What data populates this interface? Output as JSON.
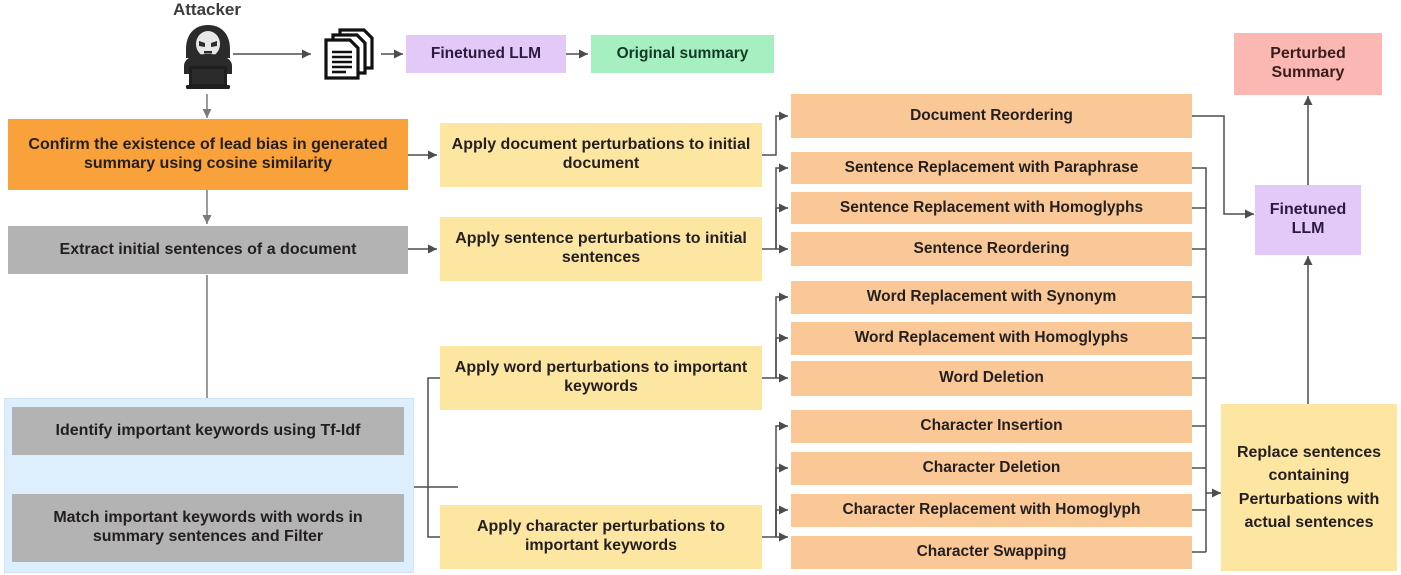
{
  "diagram": {
    "title_label": "Attacker",
    "icons": {
      "attacker": "attacker-hacker-icon",
      "documents": "stacked-documents-icon"
    },
    "top_row": {
      "finetuned_llm": "Finetuned LLM",
      "original_summary": "Original summary"
    },
    "left_column": {
      "confirm_lead_bias": "Confirm the existence of lead bias in generated summary using cosine similarity",
      "extract_initial_sentences": "Extract initial sentences of a document",
      "identify_keywords": "Identify important keywords using Tf-Idf",
      "match_keywords": "Match important keywords with words in summary sentences and Filter"
    },
    "middle_column": [
      {
        "label": "Apply document perturbations to initial document"
      },
      {
        "label": "Apply sentence perturbations to initial sentences"
      },
      {
        "label": "Apply word perturbations to important keywords"
      },
      {
        "label": "Apply character perturbations to important keywords"
      }
    ],
    "perturbations": [
      {
        "label": "Document Reordering",
        "group": "document"
      },
      {
        "label": "Sentence Replacement with Paraphrase",
        "group": "sentence"
      },
      {
        "label": "Sentence Replacement with Homoglyphs",
        "group": "sentence"
      },
      {
        "label": "Sentence Reordering",
        "group": "sentence"
      },
      {
        "label": "Word Replacement with Synonym",
        "group": "word"
      },
      {
        "label": "Word Replacement with Homoglyphs",
        "group": "word"
      },
      {
        "label": "Word Deletion",
        "group": "word"
      },
      {
        "label": "Character Insertion",
        "group": "character"
      },
      {
        "label": "Character Deletion",
        "group": "character"
      },
      {
        "label": "Character Replacement with Homoglyph",
        "group": "character"
      },
      {
        "label": "Character Swapping",
        "group": "character"
      }
    ],
    "right_column": {
      "perturbed_summary": "Perturbed Summary",
      "finetuned_llm": "Finetuned LLM",
      "replace_sentences": "Replace sentences containing Perturbations with actual sentences"
    },
    "colors": {
      "orange_dark": "#f9a13a",
      "yellow": "#fce6a2",
      "peach": "#fac896",
      "gray": "#b3b3b3",
      "purple": "#e2c9f7",
      "green": "#a5efc1",
      "pink": "#fbb8b3",
      "group_blue": "#ddeefc",
      "wire": "#4d4d4d"
    }
  }
}
